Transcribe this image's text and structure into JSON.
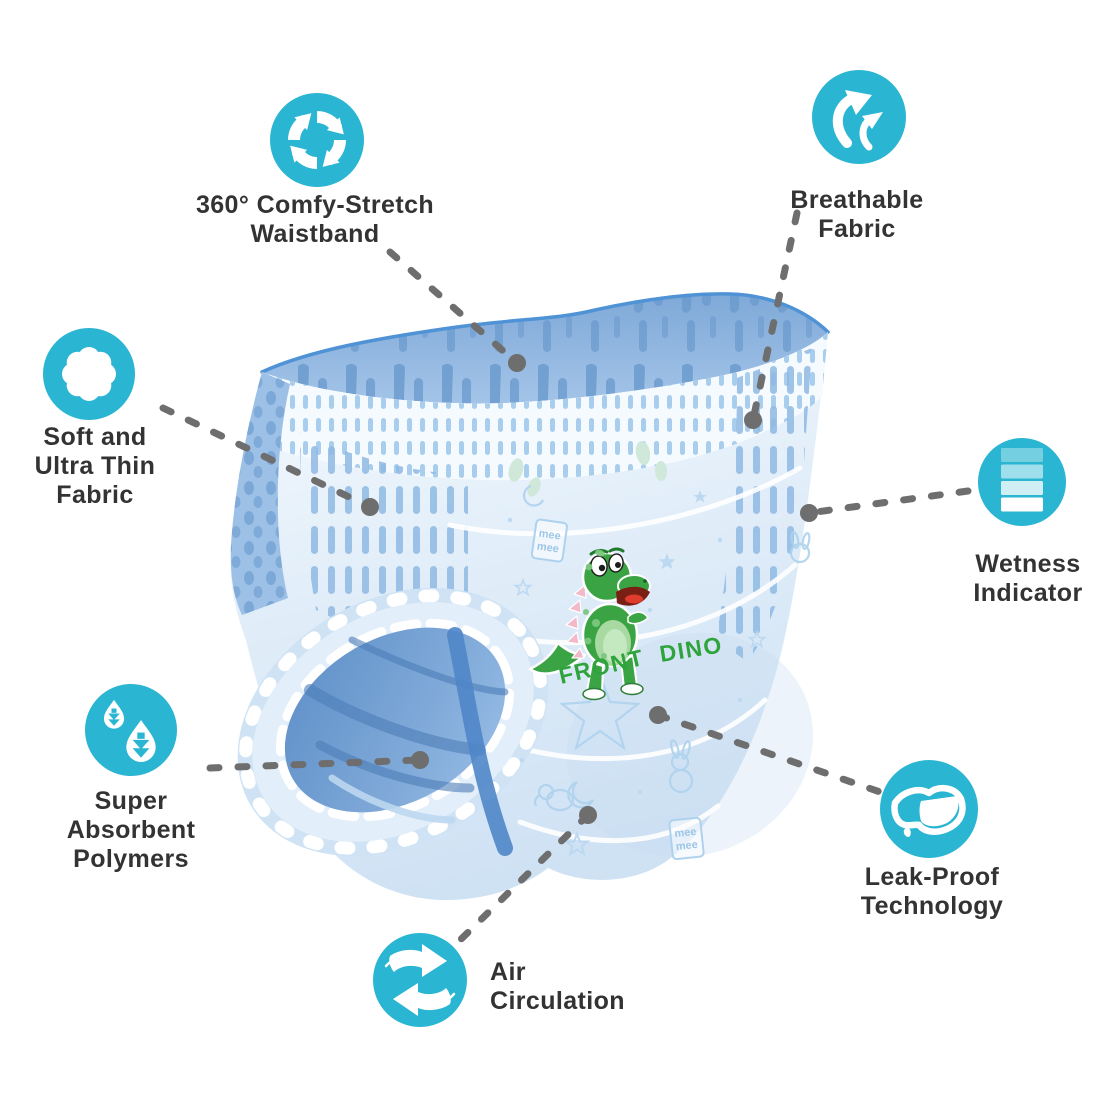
{
  "page": {
    "background": "#ffffff",
    "description": "Baby diaper pants product feature diagram"
  },
  "diaper": {
    "front_text": "FRONT",
    "dino_text": "DINO",
    "brand_word": "mee",
    "mascot": "green cartoon dinosaur on front panel"
  },
  "features": [
    {
      "id": "comfy-stretch-waistband",
      "icon": "rotate-arrows-icon",
      "lines": [
        "360° Comfy-Stretch",
        "Waistband"
      ]
    },
    {
      "id": "breathable-fabric",
      "icon": "curved-up-arrows-icon",
      "lines": [
        "Breathable",
        "Fabric"
      ]
    },
    {
      "id": "soft-ultra-thin-fabric",
      "icon": "flower-icon",
      "lines": [
        "Soft and",
        "Ultra Thin",
        "Fabric"
      ]
    },
    {
      "id": "wetness-indicator",
      "icon": "indicator-bars-icon",
      "lines": [
        "Wetness",
        "Indicator"
      ]
    },
    {
      "id": "super-absorbent-polymers",
      "icon": "water-drops-icon",
      "lines": [
        "Super",
        "Absorbent",
        "Polymers"
      ]
    },
    {
      "id": "leak-proof-technology",
      "icon": "diaper-outline-icon",
      "lines": [
        "Leak-Proof",
        "Technology"
      ]
    },
    {
      "id": "air-circulation",
      "icon": "exchange-arrows-icon",
      "lines": [
        "Air",
        "Circulation"
      ]
    }
  ],
  "colors": {
    "accent_teal": "#2ab5d2",
    "connector_gray": "#6e6e6e",
    "label_text": "#333333",
    "waistband_blue": "#8cb6de",
    "waistband_stripe": "#6b9bce",
    "body_light_blue": "#e4f0fa",
    "cuff_inner_blue": "#5c8ec8",
    "print_pattern_blue": "#aed2ee",
    "dino_green": "#3aa445",
    "front_text_green": "#2fa33c"
  }
}
